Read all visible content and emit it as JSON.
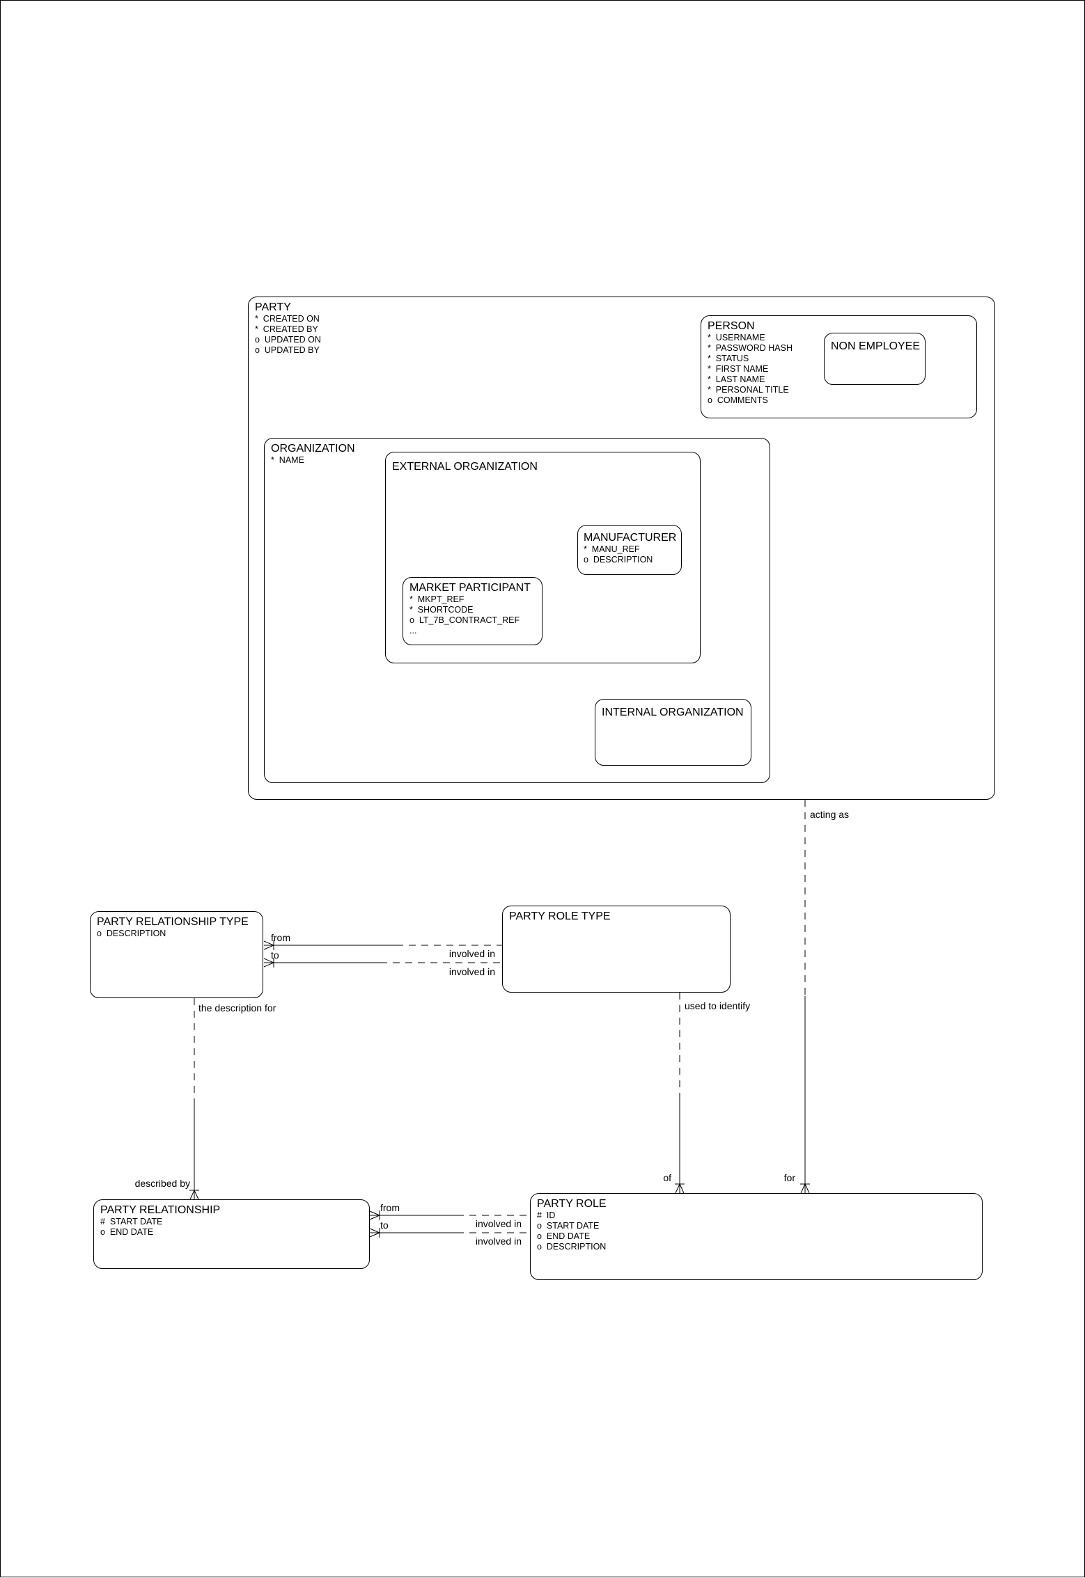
{
  "entities": {
    "party": {
      "title": "PARTY",
      "attrs": [
        "*  CREATED ON",
        "*  CREATED BY",
        "o  UPDATED ON",
        "o  UPDATED BY"
      ]
    },
    "person": {
      "title": "PERSON",
      "attrs": [
        "*  USERNAME",
        "*  PASSWORD HASH",
        "*  STATUS",
        "*  FIRST NAME",
        "*  LAST NAME",
        "*  PERSONAL TITLE",
        "o  COMMENTS"
      ]
    },
    "non_employee": {
      "title": "NON EMPLOYEE"
    },
    "organization": {
      "title": "ORGANIZATION",
      "attrs": [
        "*  NAME"
      ]
    },
    "external_organization": {
      "title": "EXTERNAL ORGANIZATION"
    },
    "manufacturer": {
      "title": "MANUFACTURER",
      "attrs": [
        "*  MANU_REF",
        "o  DESCRIPTION"
      ]
    },
    "market_participant": {
      "title": "MARKET PARTICIPANT",
      "attrs": [
        "*  MKPT_REF",
        "*  SHORTCODE",
        "o  LT_7B_CONTRACT_REF",
        "..."
      ]
    },
    "internal_organization": {
      "title": "INTERNAL ORGANIZATION"
    },
    "party_relationship_type": {
      "title": "PARTY RELATIONSHIP TYPE",
      "attrs": [
        "o  DESCRIPTION"
      ]
    },
    "party_role_type": {
      "title": "PARTY ROLE TYPE"
    },
    "party_relationship": {
      "title": "PARTY RELATIONSHIP",
      "attrs": [
        "#  START DATE",
        "o  END DATE"
      ]
    },
    "party_role": {
      "title": "PARTY ROLE",
      "attrs": [
        "#  ID",
        "o  START DATE",
        "o  END DATE",
        "o  DESCRIPTION"
      ]
    }
  },
  "relationships": {
    "type_pair": {
      "from": "from",
      "to": "to",
      "involved_in_1": "involved in",
      "involved_in_2": "involved in"
    },
    "instance_pair": {
      "from": "from",
      "to": "to",
      "involved_in_1": "involved in",
      "involved_in_2": "involved in"
    },
    "description": {
      "near_type": "the description for",
      "near_relationship": "described by"
    },
    "identify": {
      "near_type": "used to identify",
      "near_role": "of"
    },
    "acting": {
      "near_party": "acting as",
      "near_role": "for"
    }
  },
  "colors": {
    "line": "#000000",
    "background": "#ffffff"
  }
}
